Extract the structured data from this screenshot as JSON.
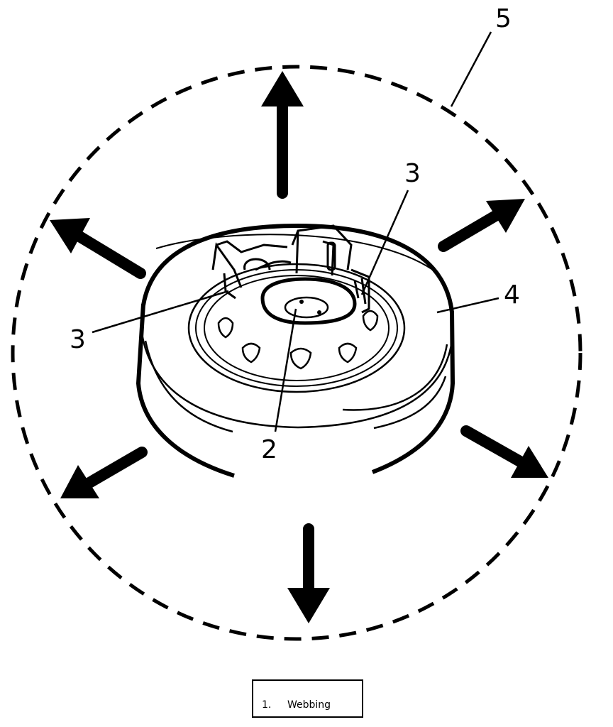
{
  "callouts": {
    "c5": "5",
    "c3_right": "3",
    "c3_left": "3",
    "c4": "4",
    "c2": "2"
  },
  "legend": {
    "number": "1.",
    "text": "Webbing"
  },
  "colors": {
    "ink": "#000000",
    "background": "#ffffff"
  }
}
